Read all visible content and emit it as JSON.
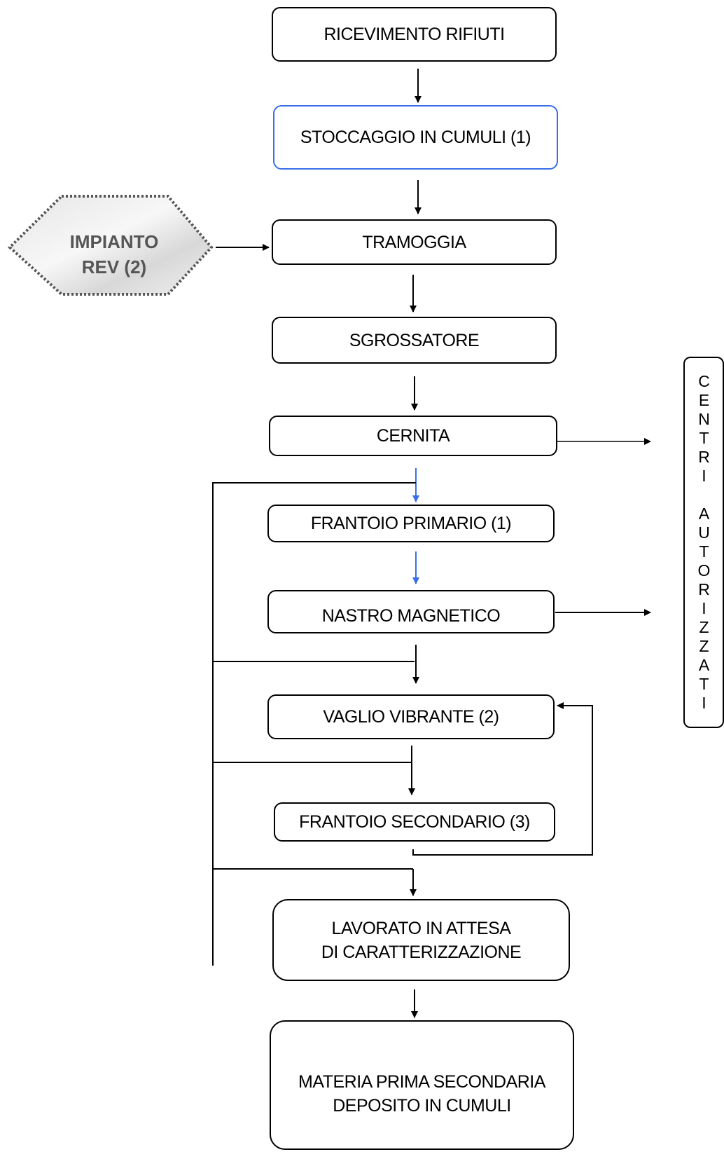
{
  "nodes": {
    "ricevimento": "RICEVIMENTO RIFIUTI",
    "stoccaggio": "STOCCAGGIO IN CUMULI (1)",
    "impianto": "IMPIANTO\nREV (2)",
    "tramoggia": "TRAMOGGIA",
    "sgrossatore": "SGROSSATORE",
    "cernita": "CERNITA",
    "frantoio_primario": "FRANTOIO PRIMARIO (1)",
    "nastro": "NASTRO MAGNETICO",
    "vaglio": "VAGLIO VIBRANTE (2)",
    "frantoio_secondario": "FRANTOIO SECONDARIO (3)",
    "lavorato": "LAVORATO IN ATTESA\nDI CARATTERIZZAZIONE",
    "materia": "MATERIA PRIMA SECONDARIA\nDEPOSITO IN CUMULI",
    "centri": "CENTRI AUTORIZZATI"
  },
  "colors": {
    "line": "#000000",
    "blue_accent": "#3a6ee8",
    "hex_border": "#555555"
  }
}
